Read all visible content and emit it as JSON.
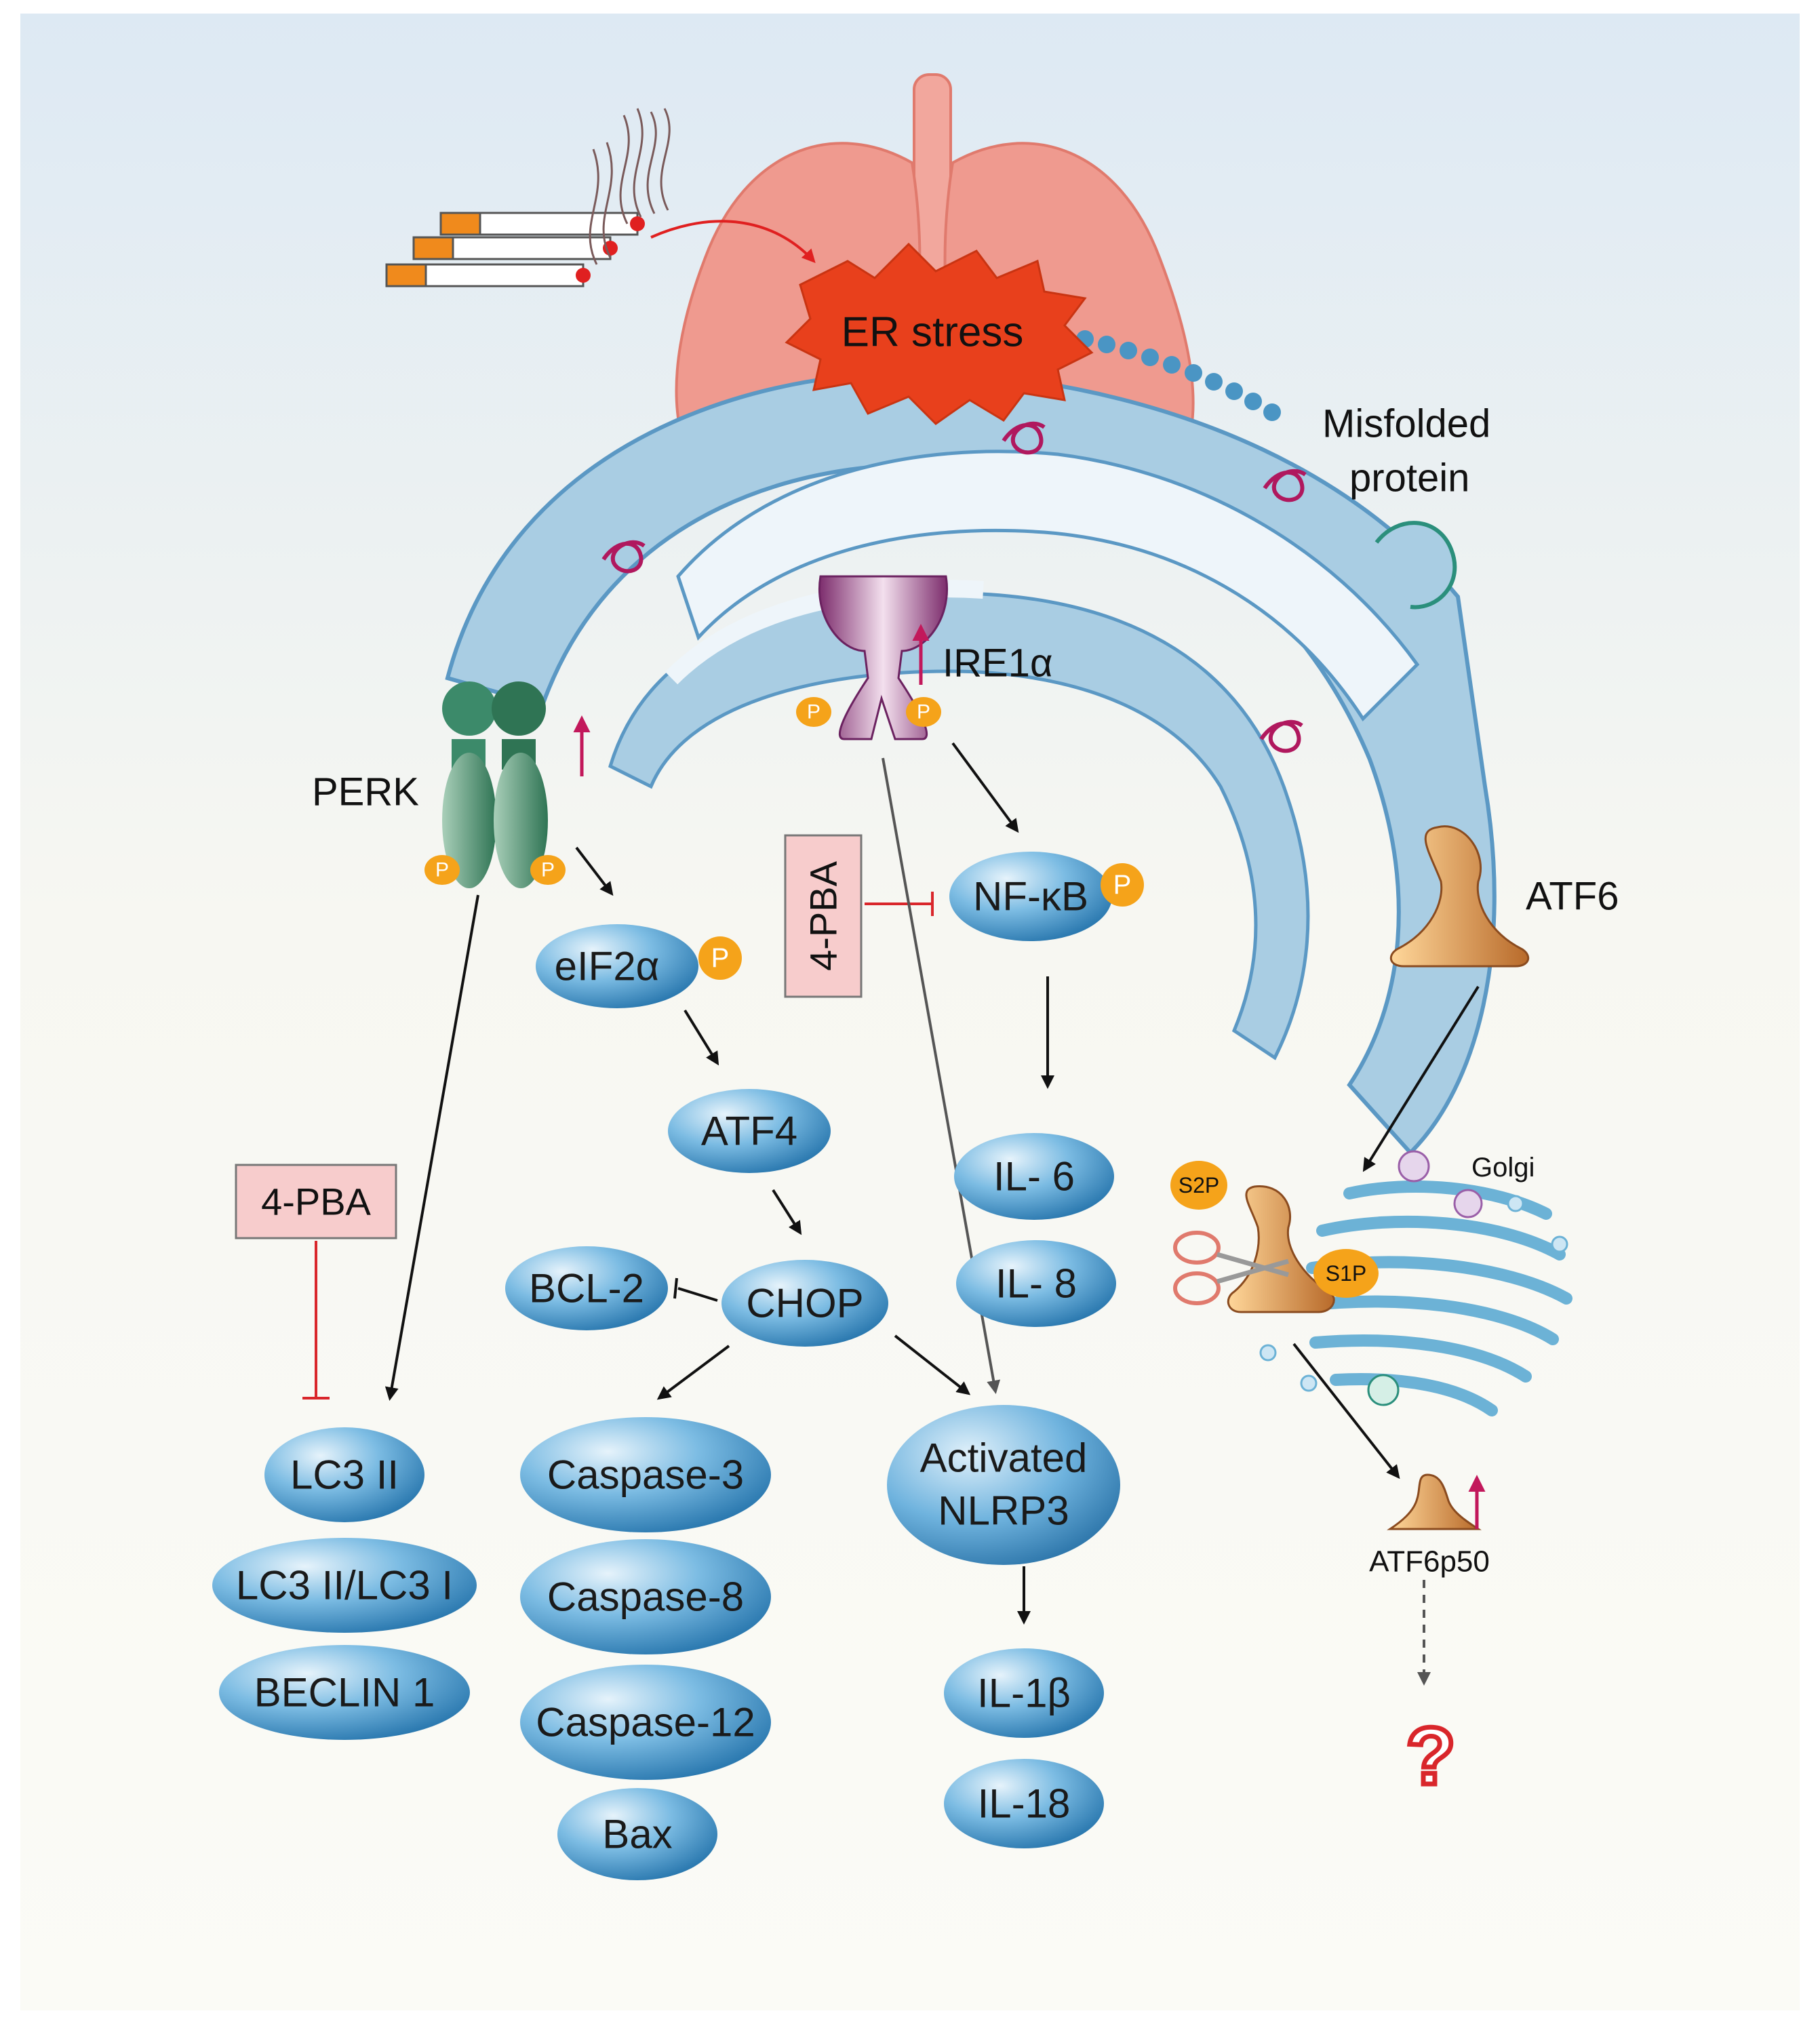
{
  "colors": {
    "node_fill": "#4a9fd4",
    "er_fill": "#a9cde3",
    "er_stroke": "#5b98c4",
    "inhibitor_fill": "#f7cccc",
    "inhibitor_line": "#d9262b",
    "up_arrow": "#c2185b",
    "phospho": "#f5a31a",
    "er_stress": "#e8401c",
    "lung": "#ef9a8f"
  },
  "labels": {
    "er_stress": "ER stress",
    "misfolded_line1": "Misfolded",
    "misfolded_line2": "protein",
    "perk": "PERK",
    "ire1a": "IRE1α",
    "atf6": "ATF6",
    "golgi": "Golgi",
    "s2p": "S2P",
    "s1p": "S1P",
    "atf6p50": "ATF6p50",
    "phospho": "P",
    "question": "?"
  },
  "inhibitors": {
    "pba_left": "4-PBA",
    "pba_middle": "4-PBA"
  },
  "nodes": {
    "eif2a": "eIF2α",
    "atf4": "ATF4",
    "chop": "CHOP",
    "bcl2": "BCL-2",
    "nfkb": "NF-κB",
    "il6": "IL- 6",
    "il8": "IL- 8",
    "activated_line1": "Activated",
    "activated_line2": "NLRP3",
    "il1b": "IL-1β",
    "il18": "IL-18",
    "lc3ii": "LC3 II",
    "lc3ratio": "LC3 II/LC3 I",
    "beclin": "BECLIN 1",
    "casp3": "Caspase-3",
    "casp8": "Caspase-8",
    "casp12": "Caspase-12",
    "bax": "Bax"
  }
}
